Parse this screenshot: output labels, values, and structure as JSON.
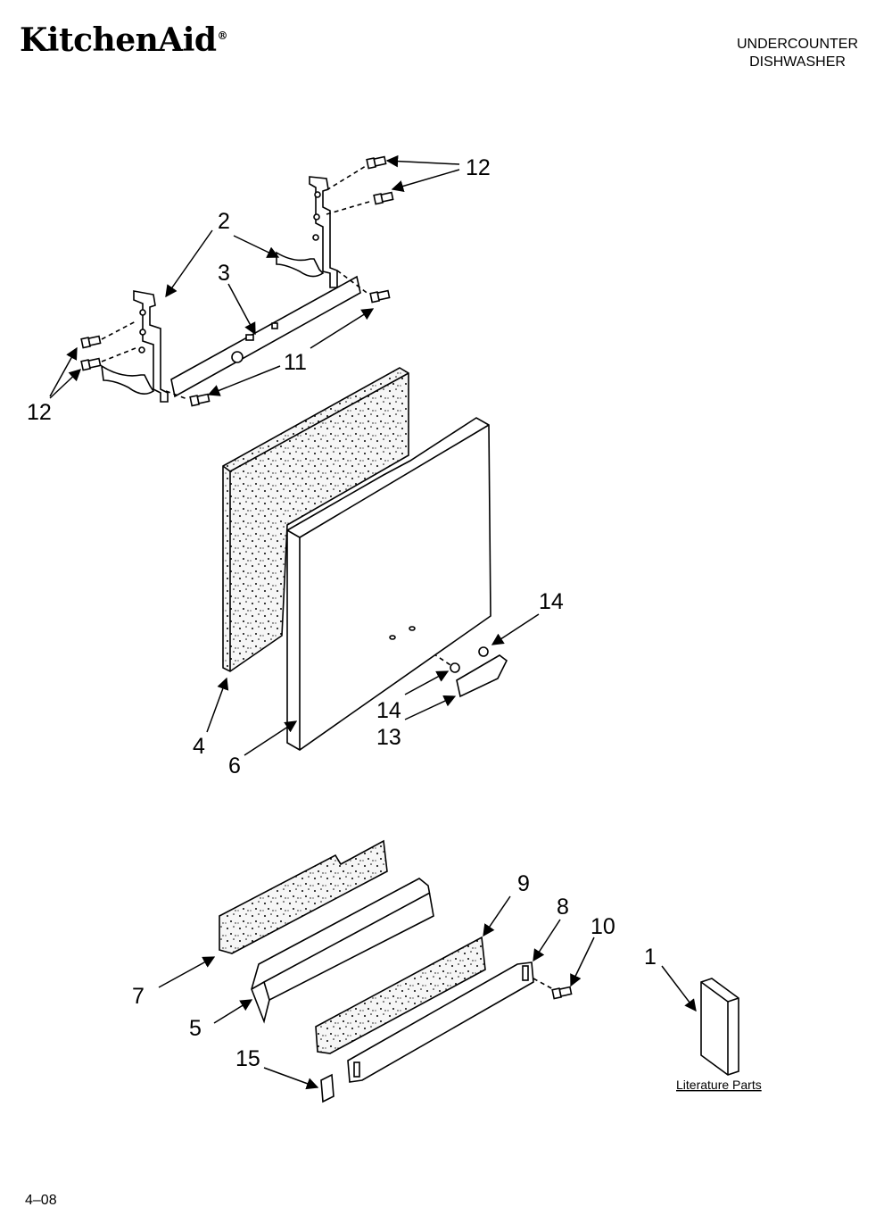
{
  "header": {
    "brand": "KitchenAid",
    "brand_mark": "®",
    "product_line1": "UNDERCOUNTER",
    "product_line2": "DISHWASHER"
  },
  "callouts": {
    "c12_top": "12",
    "c2": "2",
    "c3": "3",
    "c11": "11",
    "c12_left": "12",
    "c4": "4",
    "c6": "6",
    "c14_right": "14",
    "c14_left": "14",
    "c13": "13",
    "c9": "9",
    "c8": "8",
    "c10": "10",
    "c1": "1",
    "c7": "7",
    "c5": "5",
    "c15": "15"
  },
  "literature_label": "Literature Parts",
  "footer": {
    "code": "4–08"
  },
  "colors": {
    "line": "#000000",
    "fill": "#ffffff",
    "foam_fill": "#f4f4f4"
  }
}
